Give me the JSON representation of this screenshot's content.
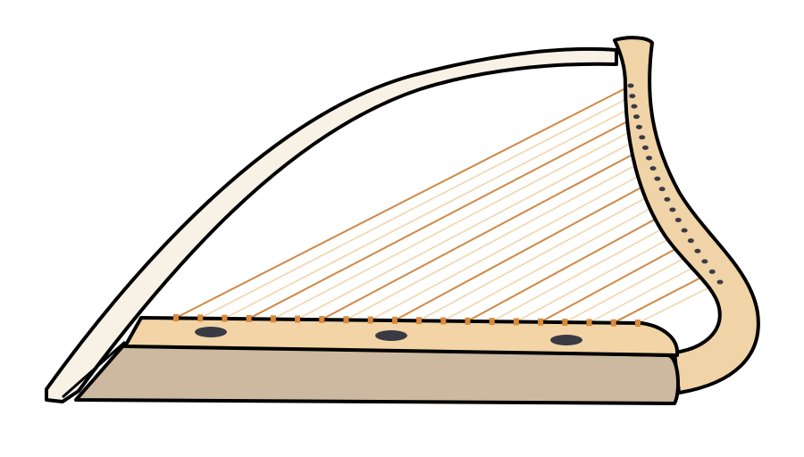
{
  "illustration": {
    "subject": "harp",
    "colors": {
      "background": "#ffffff",
      "outline": "#000000",
      "arch_fill": "#f8f1e6",
      "column_fill": "#f0d3a6",
      "soundboard_top": "#f2d4a6",
      "soundbox_front": "#cdb9a0",
      "string_dark": "#cf8a45",
      "string_light": "#f1d3a8",
      "peg_color": "#d98a3a",
      "sound_hole": "#3a3a44"
    },
    "string_count": 20,
    "sound_hole_count": 3
  }
}
